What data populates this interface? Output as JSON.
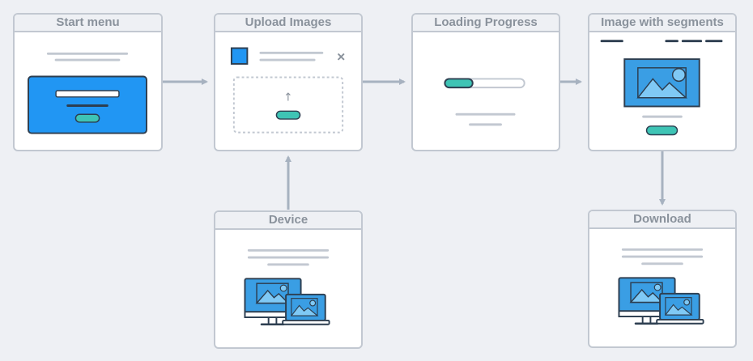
{
  "nodes": {
    "start_menu": {
      "title": "Start menu"
    },
    "upload_images": {
      "title": "Upload Images",
      "close_glyph": "×",
      "upload_glyph": "↑"
    },
    "loading_progress": {
      "title": "Loading Progress",
      "progress_fraction": 0.35
    },
    "image_with_segments": {
      "title": "Image with segments"
    },
    "device": {
      "title": "Device"
    },
    "download": {
      "title": "Download"
    }
  },
  "colors": {
    "background": "#eef0f4",
    "card_border": "#c2c8d1",
    "header_text": "#8a929c",
    "arrow": "#a7b2c0",
    "accent_blue": "#2196f3",
    "image_blue": "#3a9ee4",
    "teal": "#3ec4b5",
    "dark_outline": "#2d3e50",
    "placeholder_line": "#c2c8d1"
  },
  "icons": {
    "arrow": "arrow-right-icon",
    "mountain_image": "image-mountain-icon",
    "devices": "monitor-laptop-icon"
  }
}
